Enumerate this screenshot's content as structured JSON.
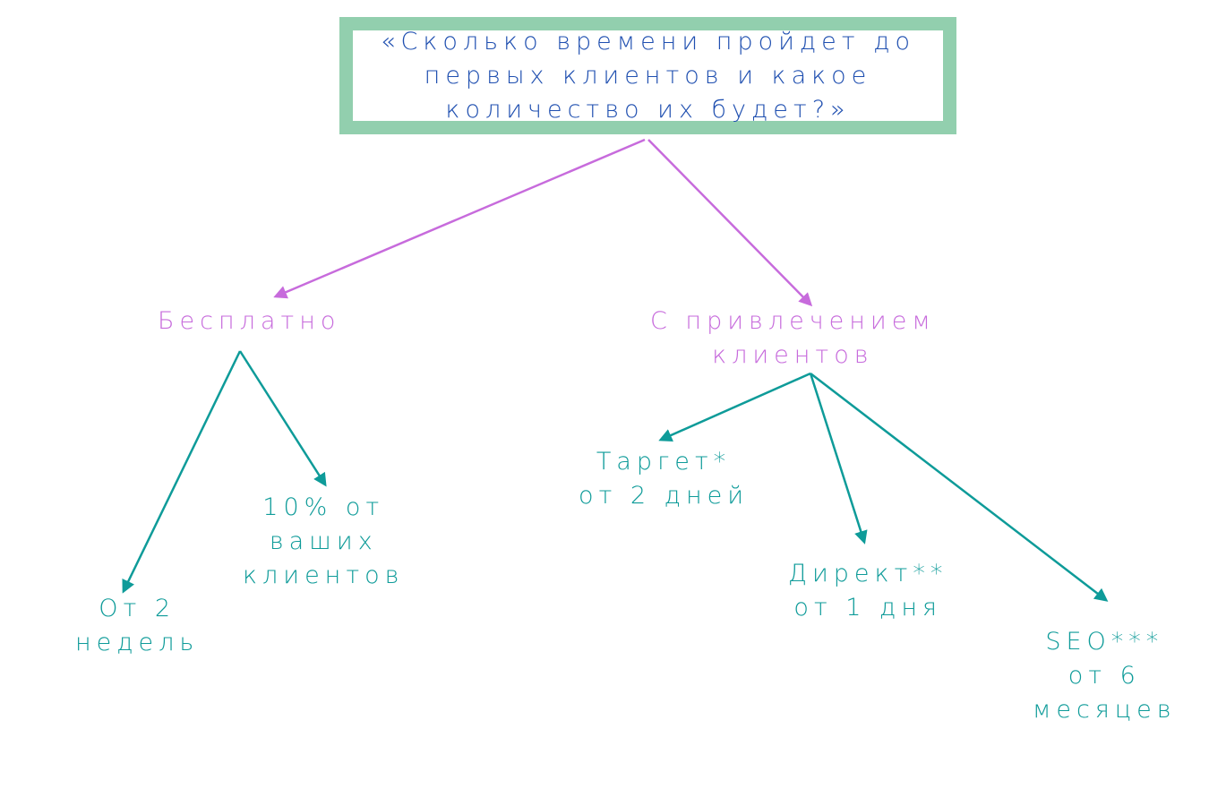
{
  "root": {
    "lines": [
      "«Сколько времени пройдет до",
      "первых клиентов и какое",
      "количество их будет?»"
    ]
  },
  "branches": {
    "free": {
      "label": "Бесплатно"
    },
    "paid": {
      "lines": [
        "С привлечением",
        "клиентов"
      ]
    }
  },
  "leaves": {
    "two_weeks": [
      "От 2",
      "недель"
    ],
    "ten_percent": [
      "10% от",
      "ваших",
      "клиентов"
    ],
    "target": [
      "Таргет*",
      "от 2 дней"
    ],
    "direct": [
      "Директ**",
      "от 1 дня"
    ],
    "seo": [
      "SEO***",
      "от 6",
      "месяцев"
    ]
  },
  "colors": {
    "root_border": "#92cfae",
    "root_text": "#1f4fb0",
    "branch": "#c76bdc",
    "leaf": "#0e9b99"
  }
}
